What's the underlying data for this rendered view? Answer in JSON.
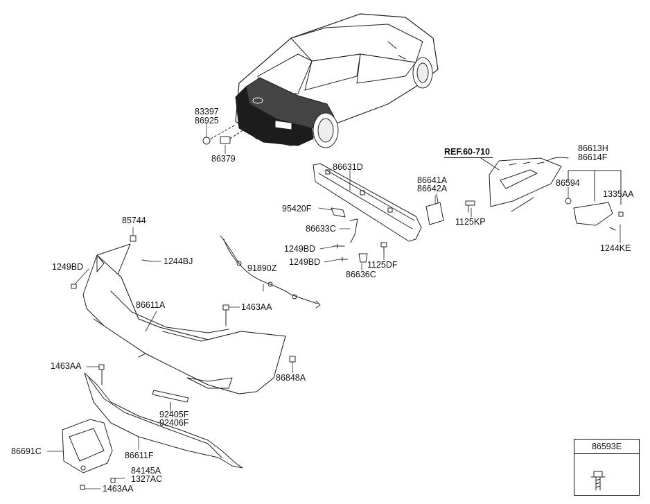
{
  "reference": "REF.60-710",
  "legend": {
    "part_no": "86593E"
  },
  "parts": {
    "p83397": "83397",
    "p86925": "86925",
    "p86379": "86379",
    "p86631D": "86631D",
    "p86641A": "86641A",
    "p86642A": "86642A",
    "p95420F": "95420F",
    "p86633C": "86633C",
    "p1249BD_a": "1249BD",
    "p1249BD_b": "1249BD",
    "p86636C": "86636C",
    "p1125DF": "1125DF",
    "p1125KP": "1125KP",
    "p86613H": "86613H",
    "p86614F": "86614F",
    "p86594": "86594",
    "p1335AA": "1335AA",
    "p1244KE": "1244KE",
    "p85744": "85744",
    "p1244BJ": "1244BJ",
    "p1249BD_c": "1249BD",
    "p91890Z": "91890Z",
    "p86611A": "86611A",
    "p1463AA_a": "1463AA",
    "p1463AA_b": "1463AA",
    "p86848A": "86848A",
    "p92405F": "92405F",
    "p92406F": "92406F",
    "p86691C": "86691C",
    "p86611F": "86611F",
    "p84145A": "84145A",
    "p1327AC": "1327AC",
    "p1463AA_c": "1463AA"
  }
}
